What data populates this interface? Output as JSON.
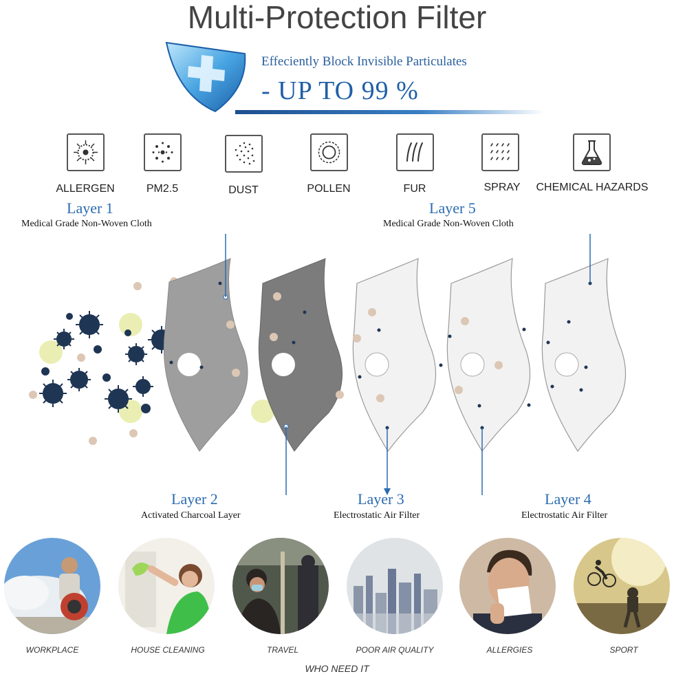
{
  "title": "Multi-Protection Filter",
  "tagline": "Effeciently Block Invisible Particulates",
  "efficiency": "- UP TO 99 %",
  "protections": [
    {
      "label": "ALLERGEN",
      "icon": "allergen-icon"
    },
    {
      "label": "PM2.5",
      "icon": "pm25-icon"
    },
    {
      "label": "DUST",
      "icon": "dust-icon"
    },
    {
      "label": "POLLEN",
      "icon": "pollen-icon"
    },
    {
      "label": "FUR",
      "icon": "fur-icon"
    },
    {
      "label": "SPRAY",
      "icon": "spray-icon"
    },
    {
      "label": "CHEMICAL HAZARDS",
      "icon": "chemical-flask-icon"
    }
  ],
  "layers": [
    {
      "name": "Layer 1",
      "desc": "Medical Grade Non-Woven Cloth"
    },
    {
      "name": "Layer 2",
      "desc": "Activated Charcoal Layer"
    },
    {
      "name": "Layer 3",
      "desc": "Electrostatic Air Filter"
    },
    {
      "name": "Layer 4",
      "desc": "Electrostatic Air Filter"
    },
    {
      "name": "Layer 5",
      "desc": "Medical Grade Non-Woven Cloth"
    }
  ],
  "uses": [
    {
      "label": "WORKPLACE"
    },
    {
      "label": "HOUSE CLEANING"
    },
    {
      "label": "TRAVEL"
    },
    {
      "label": "POOR AIR QUALITY"
    },
    {
      "label": "ALLERGIES"
    },
    {
      "label": "SPORT"
    }
  ],
  "who_heading": "WHO NEED IT",
  "colors": {
    "accent_blue": "#2a6bb0",
    "layer_gray": "#9a9a9a",
    "charcoal": "#7c7c7c",
    "filter_white": "#f2f2f2",
    "virus": "#1f3554",
    "pollen_yellow": "#e8ecaa",
    "particle_tan": "#dcc7b4"
  }
}
